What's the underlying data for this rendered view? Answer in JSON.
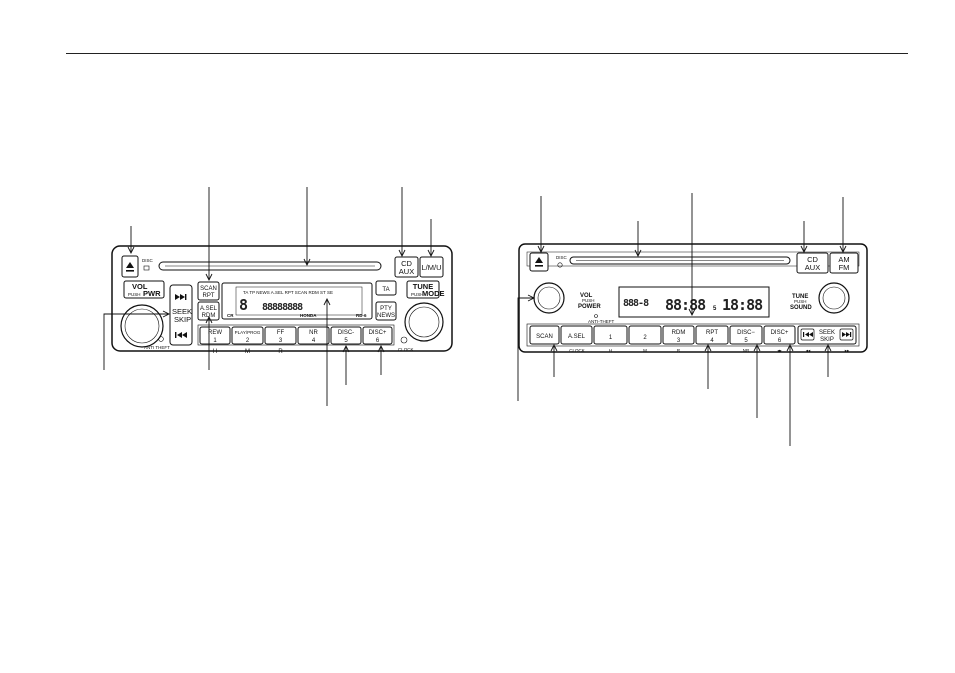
{
  "radio1": {
    "disc_label": "DISC",
    "vol_label": "VOL",
    "pwr_label": "PWR",
    "push_label": "PUSH",
    "scan_label": "SCAN",
    "rpt_label": "RPT",
    "asel_label": "A.SEL",
    "rdm_label": "RDM",
    "seek_label": "SEEK",
    "skip_label": "SKIP",
    "anti_theft_label": "ANTI THEFT",
    "cd_label": "CD",
    "aux_label": "AUX",
    "lmu_label": "L/M/U",
    "ta_label": "TA",
    "tune_label": "TUNE",
    "mode_label": "MODE",
    "pty_label": "PTY",
    "news_label": "NEWS",
    "display_indicators": "TA  TP  NEWS  A.SEL   RPT   SCAN  RDM  ST  SE",
    "display_digit": "8",
    "display_digits": "88888888",
    "brand": "HONDA",
    "model": "RD-6",
    "cr_mark": "CR",
    "clock_label": "CLOCK",
    "preset_buttons": [
      {
        "top": "REW",
        "bottom": "1",
        "below": "H"
      },
      {
        "top": "PLAY/PROG",
        "bottom": "2",
        "below": "M"
      },
      {
        "top": "FF",
        "bottom": "3",
        "below": "R"
      },
      {
        "top": "NR",
        "bottom": "4",
        "below": ""
      },
      {
        "top": "DISC-",
        "bottom": "5",
        "below": ""
      },
      {
        "top": "DISC+",
        "bottom": "6",
        "below": ""
      }
    ]
  },
  "radio2": {
    "disc_label": "DISC",
    "vol_label": "VOL",
    "push_label": "PUSH",
    "power_label": "POWER",
    "anti_theft_label": "ANTI-THEFT",
    "tune_label": "TUNE",
    "sound_label": "SOUND",
    "cd_label": "CD",
    "aux_label": "AUX",
    "am_label": "AM",
    "fm_label": "FM",
    "display_left": "888-8",
    "display_mid": "88:88",
    "display_right": "18:88",
    "display_num": "5",
    "buttons": [
      {
        "top": "SCAN",
        "bottom": "",
        "below": "CLOCK"
      },
      {
        "top": "A.SEL",
        "bottom": "",
        "below": ""
      },
      {
        "top": "",
        "bottom": "1",
        "below": "H"
      },
      {
        "top": "",
        "bottom": "2",
        "below": "M"
      },
      {
        "top": "RDM",
        "bottom": "3",
        "below": "R"
      },
      {
        "top": "RPT",
        "bottom": "4",
        "below": ""
      },
      {
        "top": "DISC−",
        "bottom": "5",
        "below": "NR"
      },
      {
        "top": "DISC+",
        "bottom": "6",
        "below": "◂▸"
      }
    ],
    "seek_label": "SEEK",
    "skip_label": "SKIP",
    "seek_below_left": "◂◂",
    "seek_below_right": "▸▸"
  }
}
